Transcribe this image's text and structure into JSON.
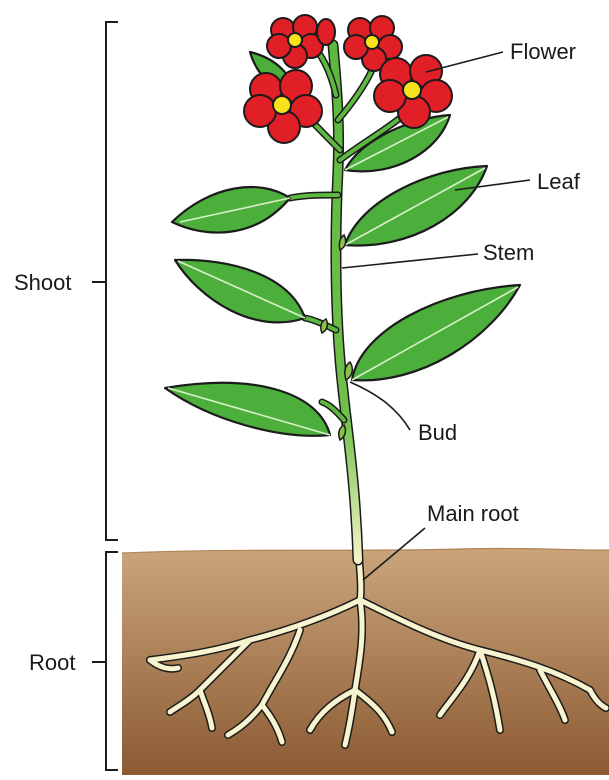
{
  "diagram": {
    "sections": {
      "shoot": "Shoot",
      "root": "Root"
    },
    "labels": {
      "flower": "Flower",
      "leaf": "Leaf",
      "stem": "Stem",
      "bud": "Bud",
      "main_root": "Main root"
    },
    "colors": {
      "soil_top": "#c9a47a",
      "soil_bottom": "#8a5a33",
      "leaf": "#4caf3c",
      "leaf_vein": "#d9f0c8",
      "stem": "#5cb83f",
      "root": "#f8f4d0",
      "petal": "#e01f26",
      "flower_center": "#f7e21b",
      "outline": "#1b1b1b"
    }
  }
}
